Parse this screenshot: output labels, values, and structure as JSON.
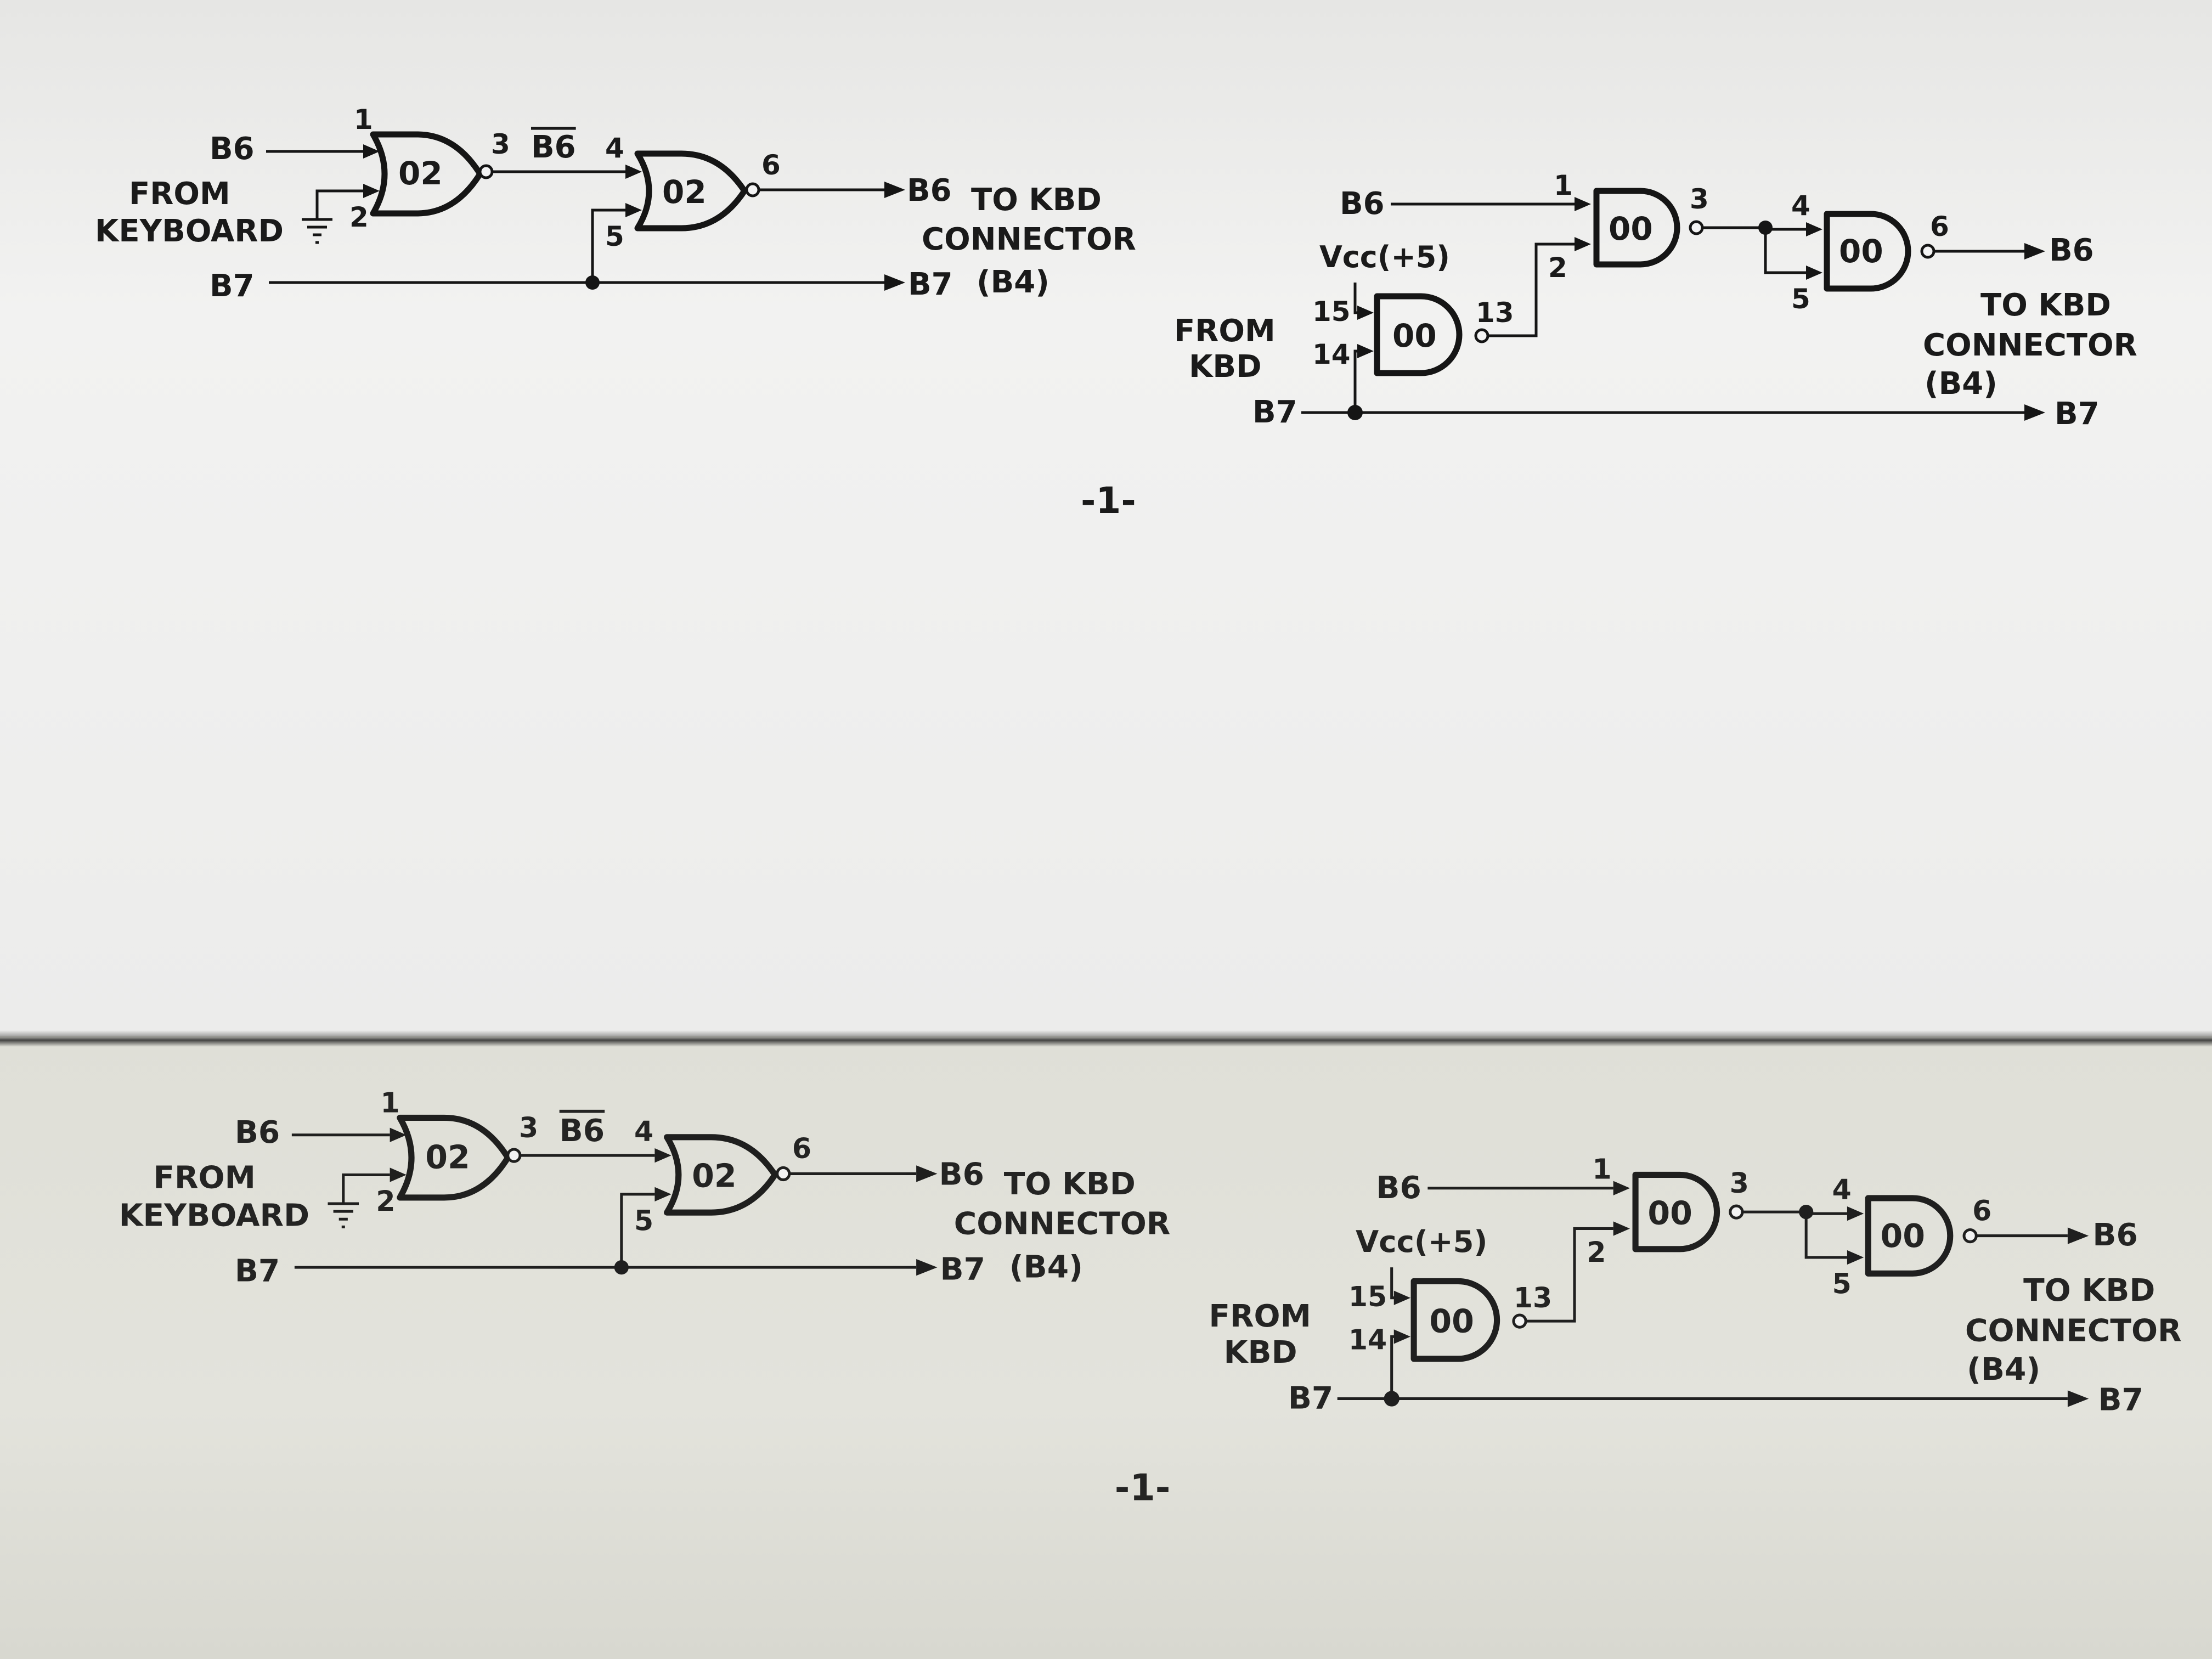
{
  "copies": [
    {
      "left_circuit": {
        "in_b6": "B6",
        "from_line1": "FROM",
        "from_line2": "KEYBOARD",
        "in_b7": "B7",
        "gate1_label": "02",
        "gate2_label": "02",
        "pin1": "1",
        "pin2": "2",
        "pin3": "3",
        "b6_bar": "B6",
        "pin4": "4",
        "pin5": "5",
        "pin6": "6",
        "out_b6": "B6",
        "to_kbd": "TO KBD",
        "connector": "CONNECTOR",
        "out_b7": "B7",
        "b4": "(B4)"
      },
      "right_circuit": {
        "in_b6": "B6",
        "vcc": "Vcc(+5)",
        "from_line1": "FROM",
        "from_line2": "KBD",
        "in_b7": "B7",
        "gate_a_label": "00",
        "gate_b_label": "00",
        "gate_c_label": "00",
        "pin1": "1",
        "pin2": "2",
        "pin3": "3",
        "pin4": "4",
        "pin5": "5",
        "pin6": "6",
        "pin13": "13",
        "pin14": "14",
        "pin15": "15",
        "out_b6": "B6",
        "to_kbd": "TO KBD",
        "connector": "CONNECTOR",
        "b4": "(B4)",
        "out_b7": "B7"
      },
      "page_number": "-1-"
    },
    {
      "left_circuit": {
        "in_b6": "B6",
        "from_line1": "FROM",
        "from_line2": "KEYBOARD",
        "in_b7": "B7",
        "gate1_label": "02",
        "gate2_label": "02",
        "pin1": "1",
        "pin2": "2",
        "pin3": "3",
        "b6_bar": "B6",
        "pin4": "4",
        "pin5": "5",
        "pin6": "6",
        "out_b6": "B6",
        "to_kbd": "TO KBD",
        "connector": "CONNECTOR",
        "out_b7": "B7",
        "b4": "(B4)"
      },
      "right_circuit": {
        "in_b6": "B6",
        "vcc": "Vcc(+5)",
        "from_line1": "FROM",
        "from_line2": "KBD",
        "in_b7": "B7",
        "gate_a_label": "00",
        "gate_b_label": "00",
        "gate_c_label": "00",
        "pin1": "1",
        "pin2": "2",
        "pin3": "3",
        "pin4": "4",
        "pin5": "5",
        "pin6": "6",
        "pin13": "13",
        "pin14": "14",
        "pin15": "15",
        "out_b6": "B6",
        "to_kbd": "TO KBD",
        "connector": "CONNECTOR",
        "b4": "(B4)",
        "out_b7": "B7"
      },
      "page_number": "-1-"
    }
  ]
}
